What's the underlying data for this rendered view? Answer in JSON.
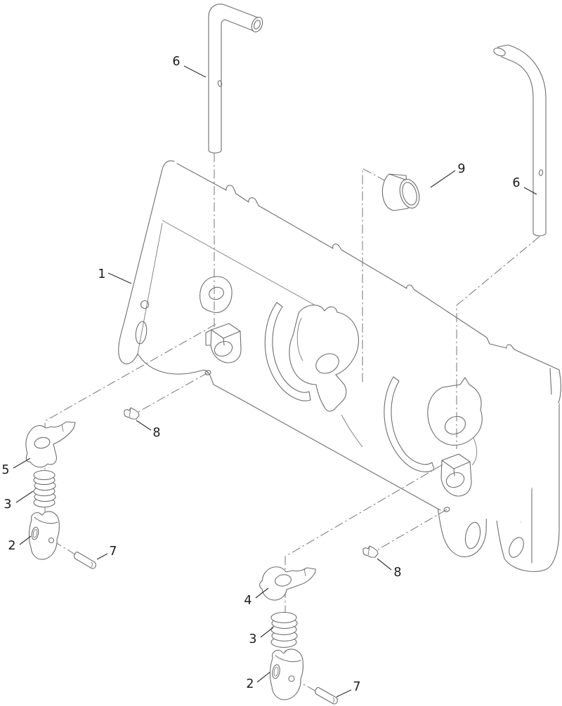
{
  "diagram": {
    "type": "exploded-parts-diagram",
    "style": "isometric line drawing, white background",
    "callouts": [
      {
        "number": "1",
        "part": "main-mount-plate"
      },
      {
        "number": "2",
        "part": "latch-pin-cup-left"
      },
      {
        "number": "2",
        "part": "latch-pin-cup-right"
      },
      {
        "number": "3",
        "part": "compression-spring-left"
      },
      {
        "number": "3",
        "part": "compression-spring-right"
      },
      {
        "number": "4",
        "part": "latch-lever-right"
      },
      {
        "number": "5",
        "part": "latch-lever-left"
      },
      {
        "number": "6",
        "part": "handle-rod-left"
      },
      {
        "number": "6",
        "part": "handle-rod-right"
      },
      {
        "number": "7",
        "part": "pin-left"
      },
      {
        "number": "7",
        "part": "pin-right"
      },
      {
        "number": "8",
        "part": "grease-fitting-left"
      },
      {
        "number": "8",
        "part": "grease-fitting-right"
      },
      {
        "number": "9",
        "part": "bushing"
      }
    ],
    "colors": {
      "background": "#ffffff",
      "part_line": "#6e6e6e",
      "center_line": "#767676",
      "leader_line": "#2f2f2f",
      "label_text": "#1c1c1c"
    }
  }
}
